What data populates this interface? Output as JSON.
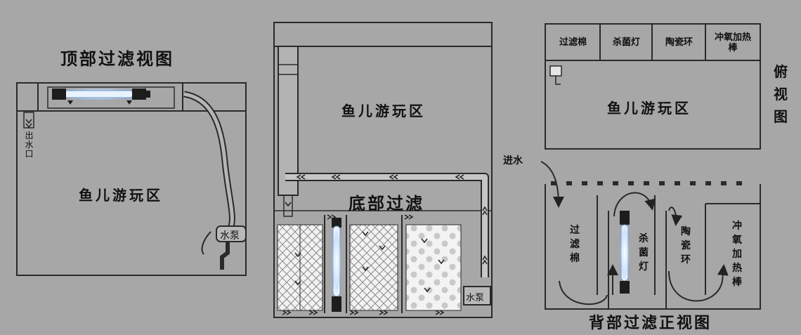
{
  "titles": {
    "top_view": "顶部过滤视图",
    "bottom_filter": "底部过滤",
    "back_front_view": "背部过滤正视图",
    "overhead_view": "俯视图"
  },
  "zones": {
    "fish_area_left": "鱼儿游玩区",
    "fish_area_middle": "鱼儿游玩区",
    "fish_area_right": "鱼儿游玩区"
  },
  "labels": {
    "outlet": "出水口",
    "pump_left": "水泵",
    "pump_middle": "水泵",
    "inlet": "进水"
  },
  "overhead_compartments": [
    {
      "label": "过滤棉"
    },
    {
      "label": "杀菌灯"
    },
    {
      "label": "陶瓷环"
    },
    {
      "label": "冲氧加热棒"
    }
  ],
  "back_compartments": [
    {
      "label": "过滤棉"
    },
    {
      "label": "杀菌灯"
    },
    {
      "label": "陶瓷环"
    },
    {
      "label": "冲氧加热棒"
    }
  ],
  "colors": {
    "background": "#a7a7a7",
    "line": "#2a2a2a",
    "uv_glow": "#e8f2ff",
    "uv_core": "#b9d8ff"
  }
}
